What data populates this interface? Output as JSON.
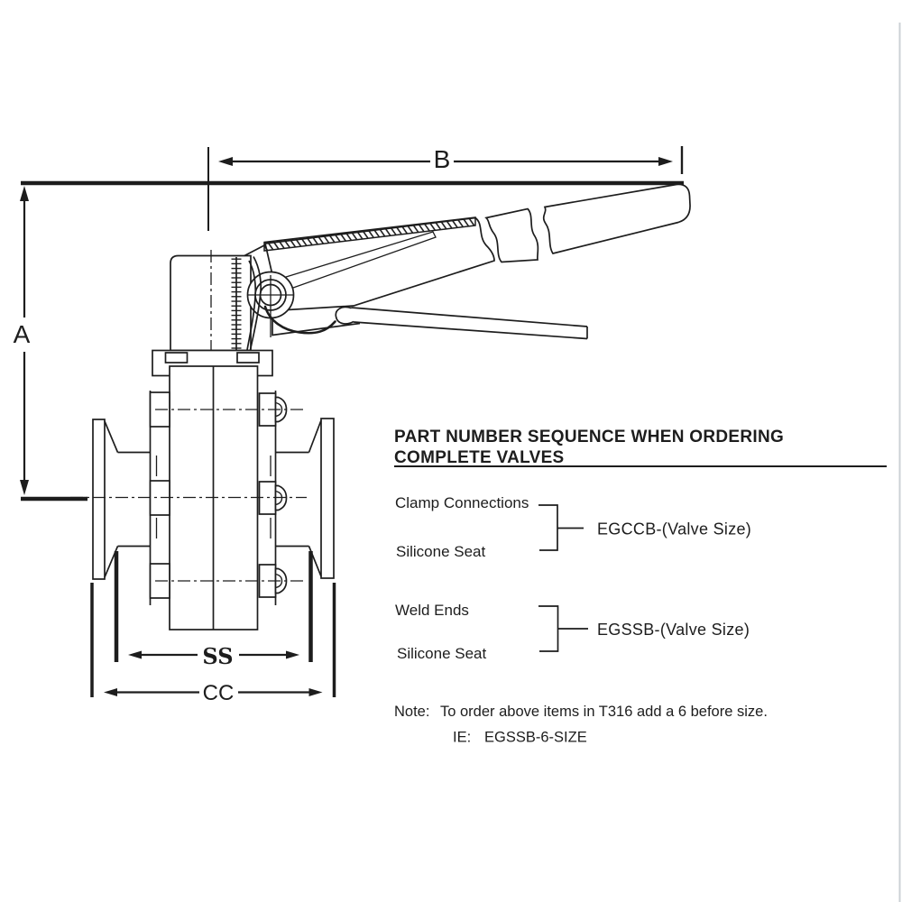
{
  "colors": {
    "ink": "#1d1d1d",
    "paper": "#ffffff",
    "scan_edge_artifact": "#ccd1d6"
  },
  "drawing": {
    "dim_a": "A",
    "dim_b": "B",
    "dim_ss": "SS",
    "dim_cc": "CC"
  },
  "ordering": {
    "title_line1": "PART NUMBER SEQUENCE WHEN ORDERING",
    "title_line2": "COMPLETE VALVES",
    "options": [
      {
        "top": "Clamp Connections",
        "bottom": "Silicone Seat",
        "code": "EGCCB-(Valve Size)"
      },
      {
        "top": "Weld Ends",
        "bottom": "Silicone Seat",
        "code": "EGSSB-(Valve Size)"
      }
    ],
    "note_label": "Note:",
    "note_text": "To order above items in T316 add a 6 before size.",
    "example_label": "IE:",
    "example_text": "EGSSB-6-SIZE"
  }
}
